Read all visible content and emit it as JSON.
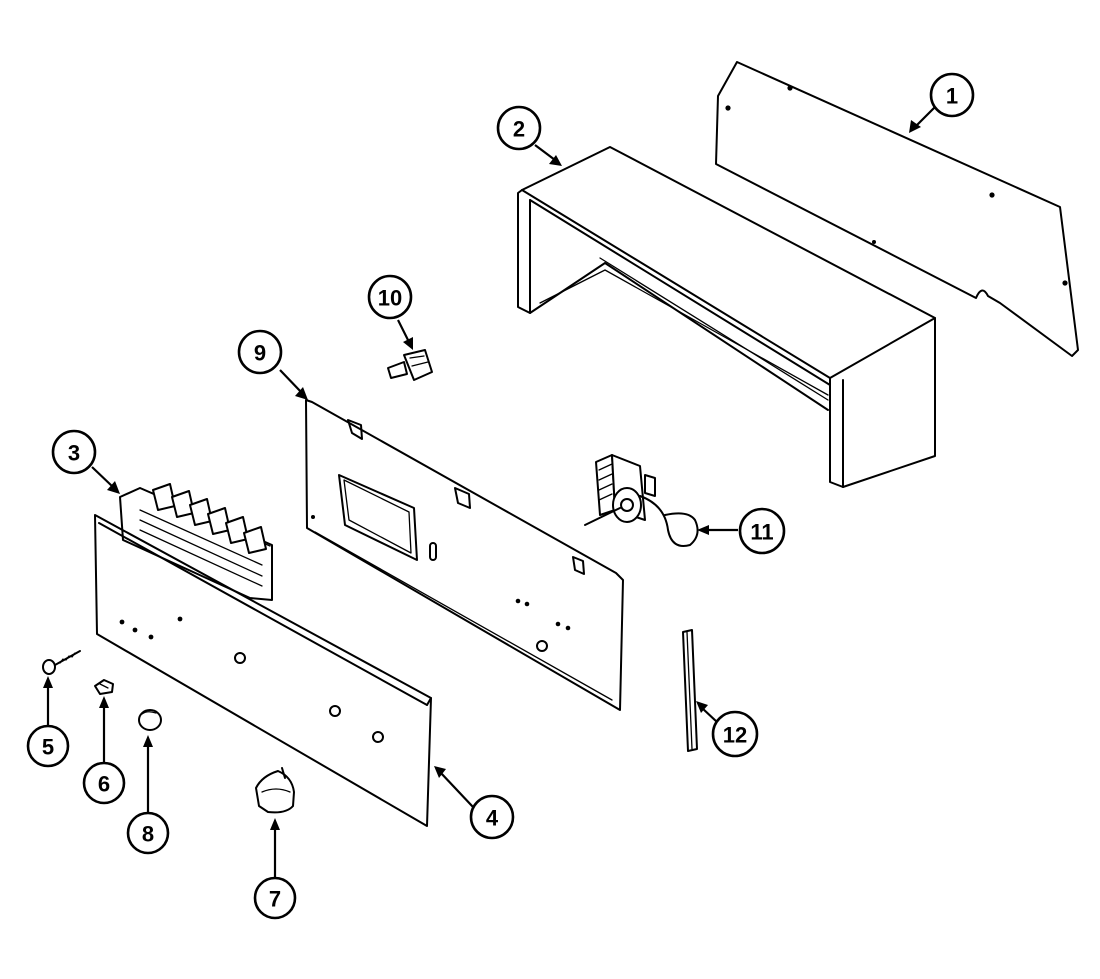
{
  "diagram": {
    "callouts": [
      {
        "id": "1",
        "label": "1",
        "part": "rear-panel"
      },
      {
        "id": "2",
        "label": "2",
        "part": "console-housing"
      },
      {
        "id": "3",
        "label": "3",
        "part": "switch-assembly"
      },
      {
        "id": "4",
        "label": "4",
        "part": "control-panel"
      },
      {
        "id": "5",
        "label": "5",
        "part": "screw"
      },
      {
        "id": "6",
        "label": "6",
        "part": "button"
      },
      {
        "id": "7",
        "label": "7",
        "part": "knob"
      },
      {
        "id": "8",
        "label": "8",
        "part": "button"
      },
      {
        "id": "9",
        "label": "9",
        "part": "mounting-bracket"
      },
      {
        "id": "10",
        "label": "10",
        "part": "toggle-switch"
      },
      {
        "id": "11",
        "label": "11",
        "part": "timer-motor"
      },
      {
        "id": "12",
        "label": "12",
        "part": "trim-strip"
      }
    ]
  }
}
